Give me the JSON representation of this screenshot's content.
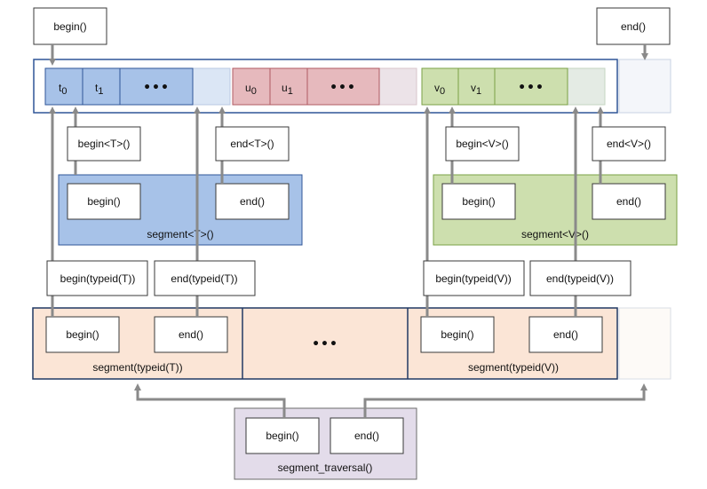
{
  "labels": {
    "begin_top": "begin()",
    "end_top": "end()",
    "t_prefix": "t",
    "u_prefix": "u",
    "v_prefix": "v",
    "sub_0": "0",
    "sub_1": "1",
    "ellipsis": "•••",
    "begin_T": "begin<T>()",
    "end_T": "end<T>()",
    "begin_V": "begin<V>()",
    "end_V": "end<V>()",
    "seg_T_begin": "begin()",
    "seg_T_end": "end()",
    "seg_T_name": "segment<T>()",
    "seg_V_begin": "begin()",
    "seg_V_end": "end()",
    "seg_V_name": "segment<V>()",
    "begin_typeid_T": "begin(typeid(T))",
    "end_typeid_T": "end(typeid(T))",
    "begin_typeid_V": "begin(typeid(V))",
    "end_typeid_V": "end(typeid(V))",
    "segT_row_begin": "begin()",
    "segT_row_end": "end()",
    "segT_row_name": "segment(typeid(T))",
    "segV_row_begin": "begin()",
    "segV_row_end": "end()",
    "segV_row_name": "segment(typeid(V))",
    "trav_begin": "begin()",
    "trav_end": "end()",
    "trav_name": "segment_traversal()"
  },
  "colors": {
    "blue_fill": "#a7c2e8",
    "blue_light": "#dbe6f5",
    "blue_stroke": "#2f5597",
    "red_fill": "#e6b9bd",
    "red_light": "#ece3e8",
    "red_stroke": "#b05a62",
    "green_fill": "#cddfae",
    "green_light": "#e4ebe4",
    "green_stroke": "#7aa046",
    "peach_fill": "#fbe5d6",
    "navy_stroke": "#203864",
    "purple_fill": "#e3dcea",
    "purple_stroke": "#6b6b6b",
    "arrow_gray": "#8a8a8a"
  }
}
